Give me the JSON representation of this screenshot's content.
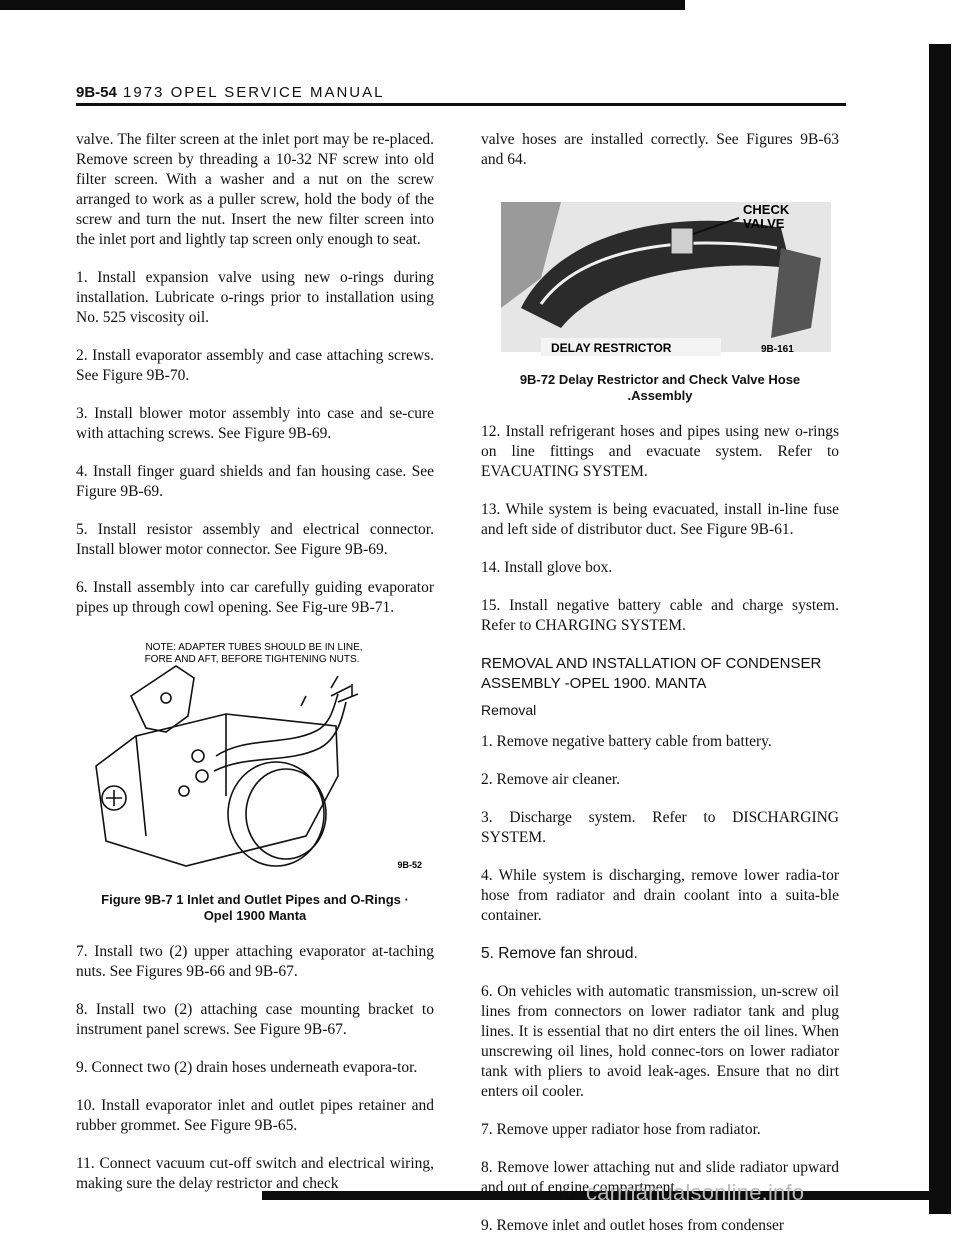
{
  "header": {
    "code": "9B-54",
    "title": "1973 OPEL SERVICE MANUAL"
  },
  "left": {
    "p0": "valve. The filter screen at the inlet port may be re-placed. Remove screen by threading a 10-32 NF screw into old filter screen. With a washer and a nut on the screw arranged to work as a puller screw, hold the body of the screw and turn the nut. Insert the new filter screen into the inlet port and lightly tap screen only enough to seat.",
    "s1": "1. Install expansion valve using new o-rings during installation. Lubricate o-rings prior to installation using No. 525 viscosity oil.",
    "s2": "2. Install evaporator assembly and case attaching screws. See Figure 9B-70.",
    "s3": "3. Install blower motor assembly into case and se-cure with attaching screws. See Figure 9B-69.",
    "s4": "4. Install finger guard shields and fan housing case. See Figure 9B-69.",
    "s5": "5. Install resistor assembly and electrical connector. Install blower motor connector. See Figure 9B-69.",
    "s6": "6. Install assembly into car carefully guiding evaporator pipes up through cowl opening. See Fig-ure 9B-71.",
    "fig_note_1": "NOTE: ADAPTER TUBES SHOULD BE IN LINE,",
    "fig_note_2": "FORE AND AFT, BEFORE TIGHTENING NUTS.",
    "fig_id": "9B-52",
    "fig_caption_1": "Figure 9B-7 1 Inlet and Outlet Pipes and O-Rings ·",
    "fig_caption_2": "Opel 1900 Manta",
    "s7": "7. Install two (2) upper attaching evaporator at-taching nuts. See Figures 9B-66 and 9B-67.",
    "s8": "8. Install two (2) attaching case mounting bracket to instrument panel screws. See Figure 9B-67.",
    "s9": "9. Connect two (2) drain hoses underneath evapora-tor.",
    "s10": "10. Install evaporator inlet and outlet pipes retainer and rubber grommet. See Figure 9B-65.",
    "s11": "11. Connect vacuum cut-off switch and electrical wiring, making sure the delay restrictor and check"
  },
  "right": {
    "p0": "valve hoses are installed correctly. See Figures 9B-63 and 64.",
    "photo_label_check": "CHECK",
    "photo_label_valve": "VALVE",
    "photo_label_delay": "DELAY RESTRICTOR",
    "photo_id": "9B-161",
    "photo_caption_1": "9B-72 Delay Restrictor and Check Valve Hose",
    "photo_caption_2": ".Assembly",
    "s12": "12. Install refrigerant hoses and pipes using new o-rings on line fittings and evacuate system. Refer to EVACUATING SYSTEM.",
    "s13": "13. While system is being evacuated, install in-line fuse and left side of distributor duct. See Figure 9B-61.",
    "s14": "14. Install glove box.",
    "s15": "15. Install negative battery cable and charge system. Refer to CHARGING SYSTEM.",
    "section_heading": "REMOVAL AND INSTALLATION OF CONDENSER ASSEMBLY -OPEL 1900. MANTA",
    "subheading": "Removal",
    "r1": "1. Remove negative battery cable from battery.",
    "r2": "2. Remove air cleaner.",
    "r3": "3. Discharge system. Refer to DISCHARGING SYSTEM.",
    "r4": "4. While system is discharging, remove lower radia-tor hose from radiator and drain coolant into a suita-ble container.",
    "r5": "5. Remove fan shroud.",
    "r6": "6. On vehicles with automatic transmission, un-screw oil lines from connectors on lower radiator tank and plug lines. It is essential that no dirt enters the oil lines. When unscrewing oil lines, hold connec-tors on lower radiator tank with pliers to avoid leak-ages. Ensure that no dirt enters oil cooler.",
    "r7": "7. Remove upper radiator hose from radiator.",
    "r8": "8. Remove lower attaching nut and slide radiator upward and out of engine compartment.",
    "r9": "9. Remove inlet and outlet hoses from condenser"
  },
  "watermark": "carmanualsonline.info"
}
